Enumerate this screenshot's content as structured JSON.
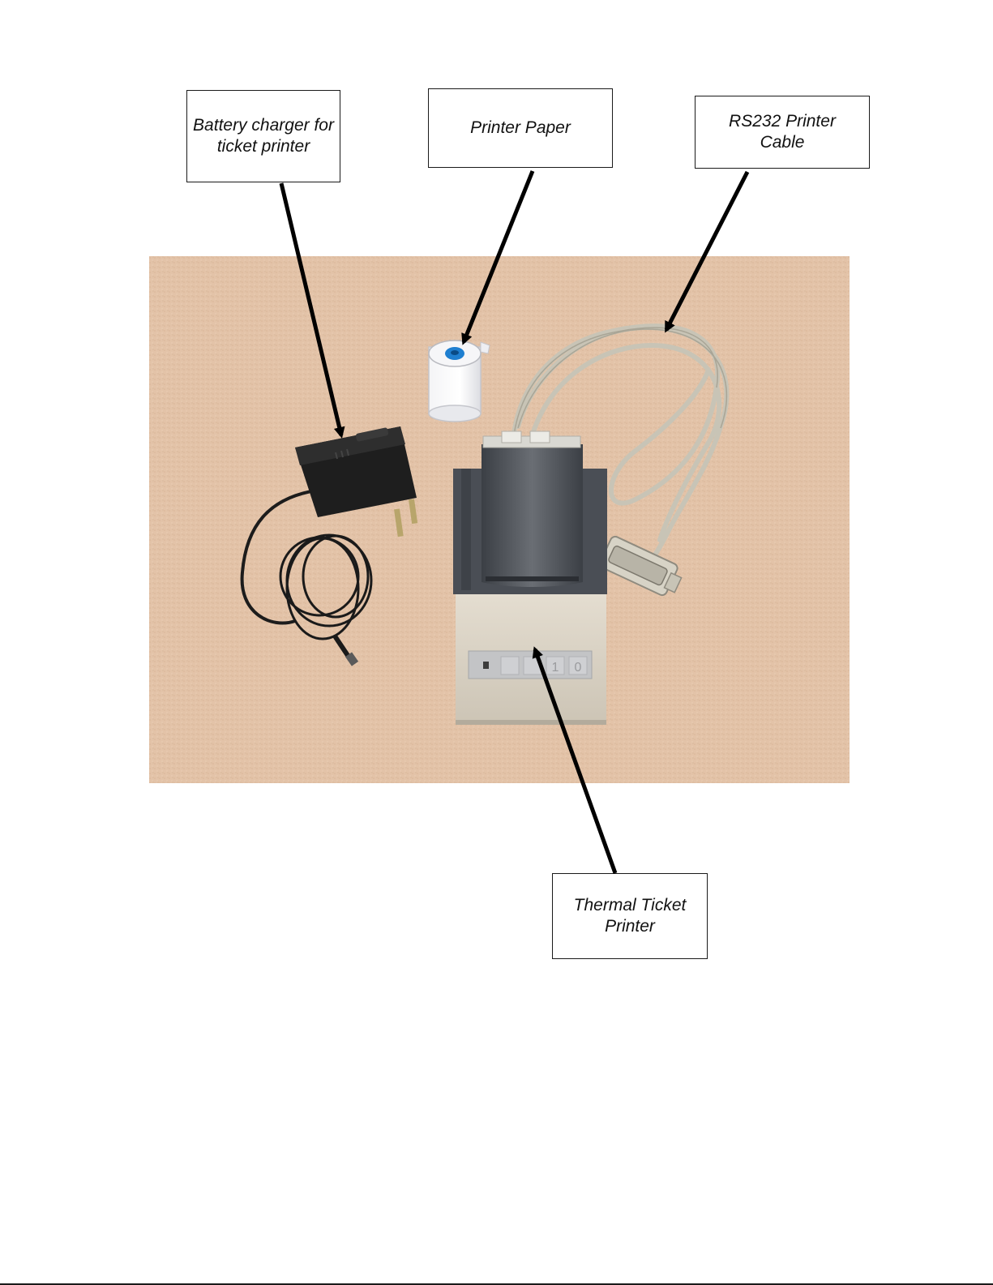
{
  "callouts": {
    "charger": {
      "line1": "Battery charger for",
      "line2": "ticket printer"
    },
    "paper": {
      "line1": "Printer Paper"
    },
    "cable": {
      "line1": "RS232 Printer",
      "line2": "Cable"
    },
    "printer": {
      "line1": "Thermal Ticket",
      "line2": "Printer"
    }
  },
  "printer_panel": {
    "key_a": "1",
    "key_b": "0"
  },
  "colors": {
    "table_surface": "#e3c3a8",
    "arrow": "#000000",
    "printer_body": "#ddd6c8",
    "printer_lid": "#555a60",
    "cable": "#c8c4b6",
    "charger": "#1e1e1e",
    "paper_core": "#1f7fd0"
  }
}
